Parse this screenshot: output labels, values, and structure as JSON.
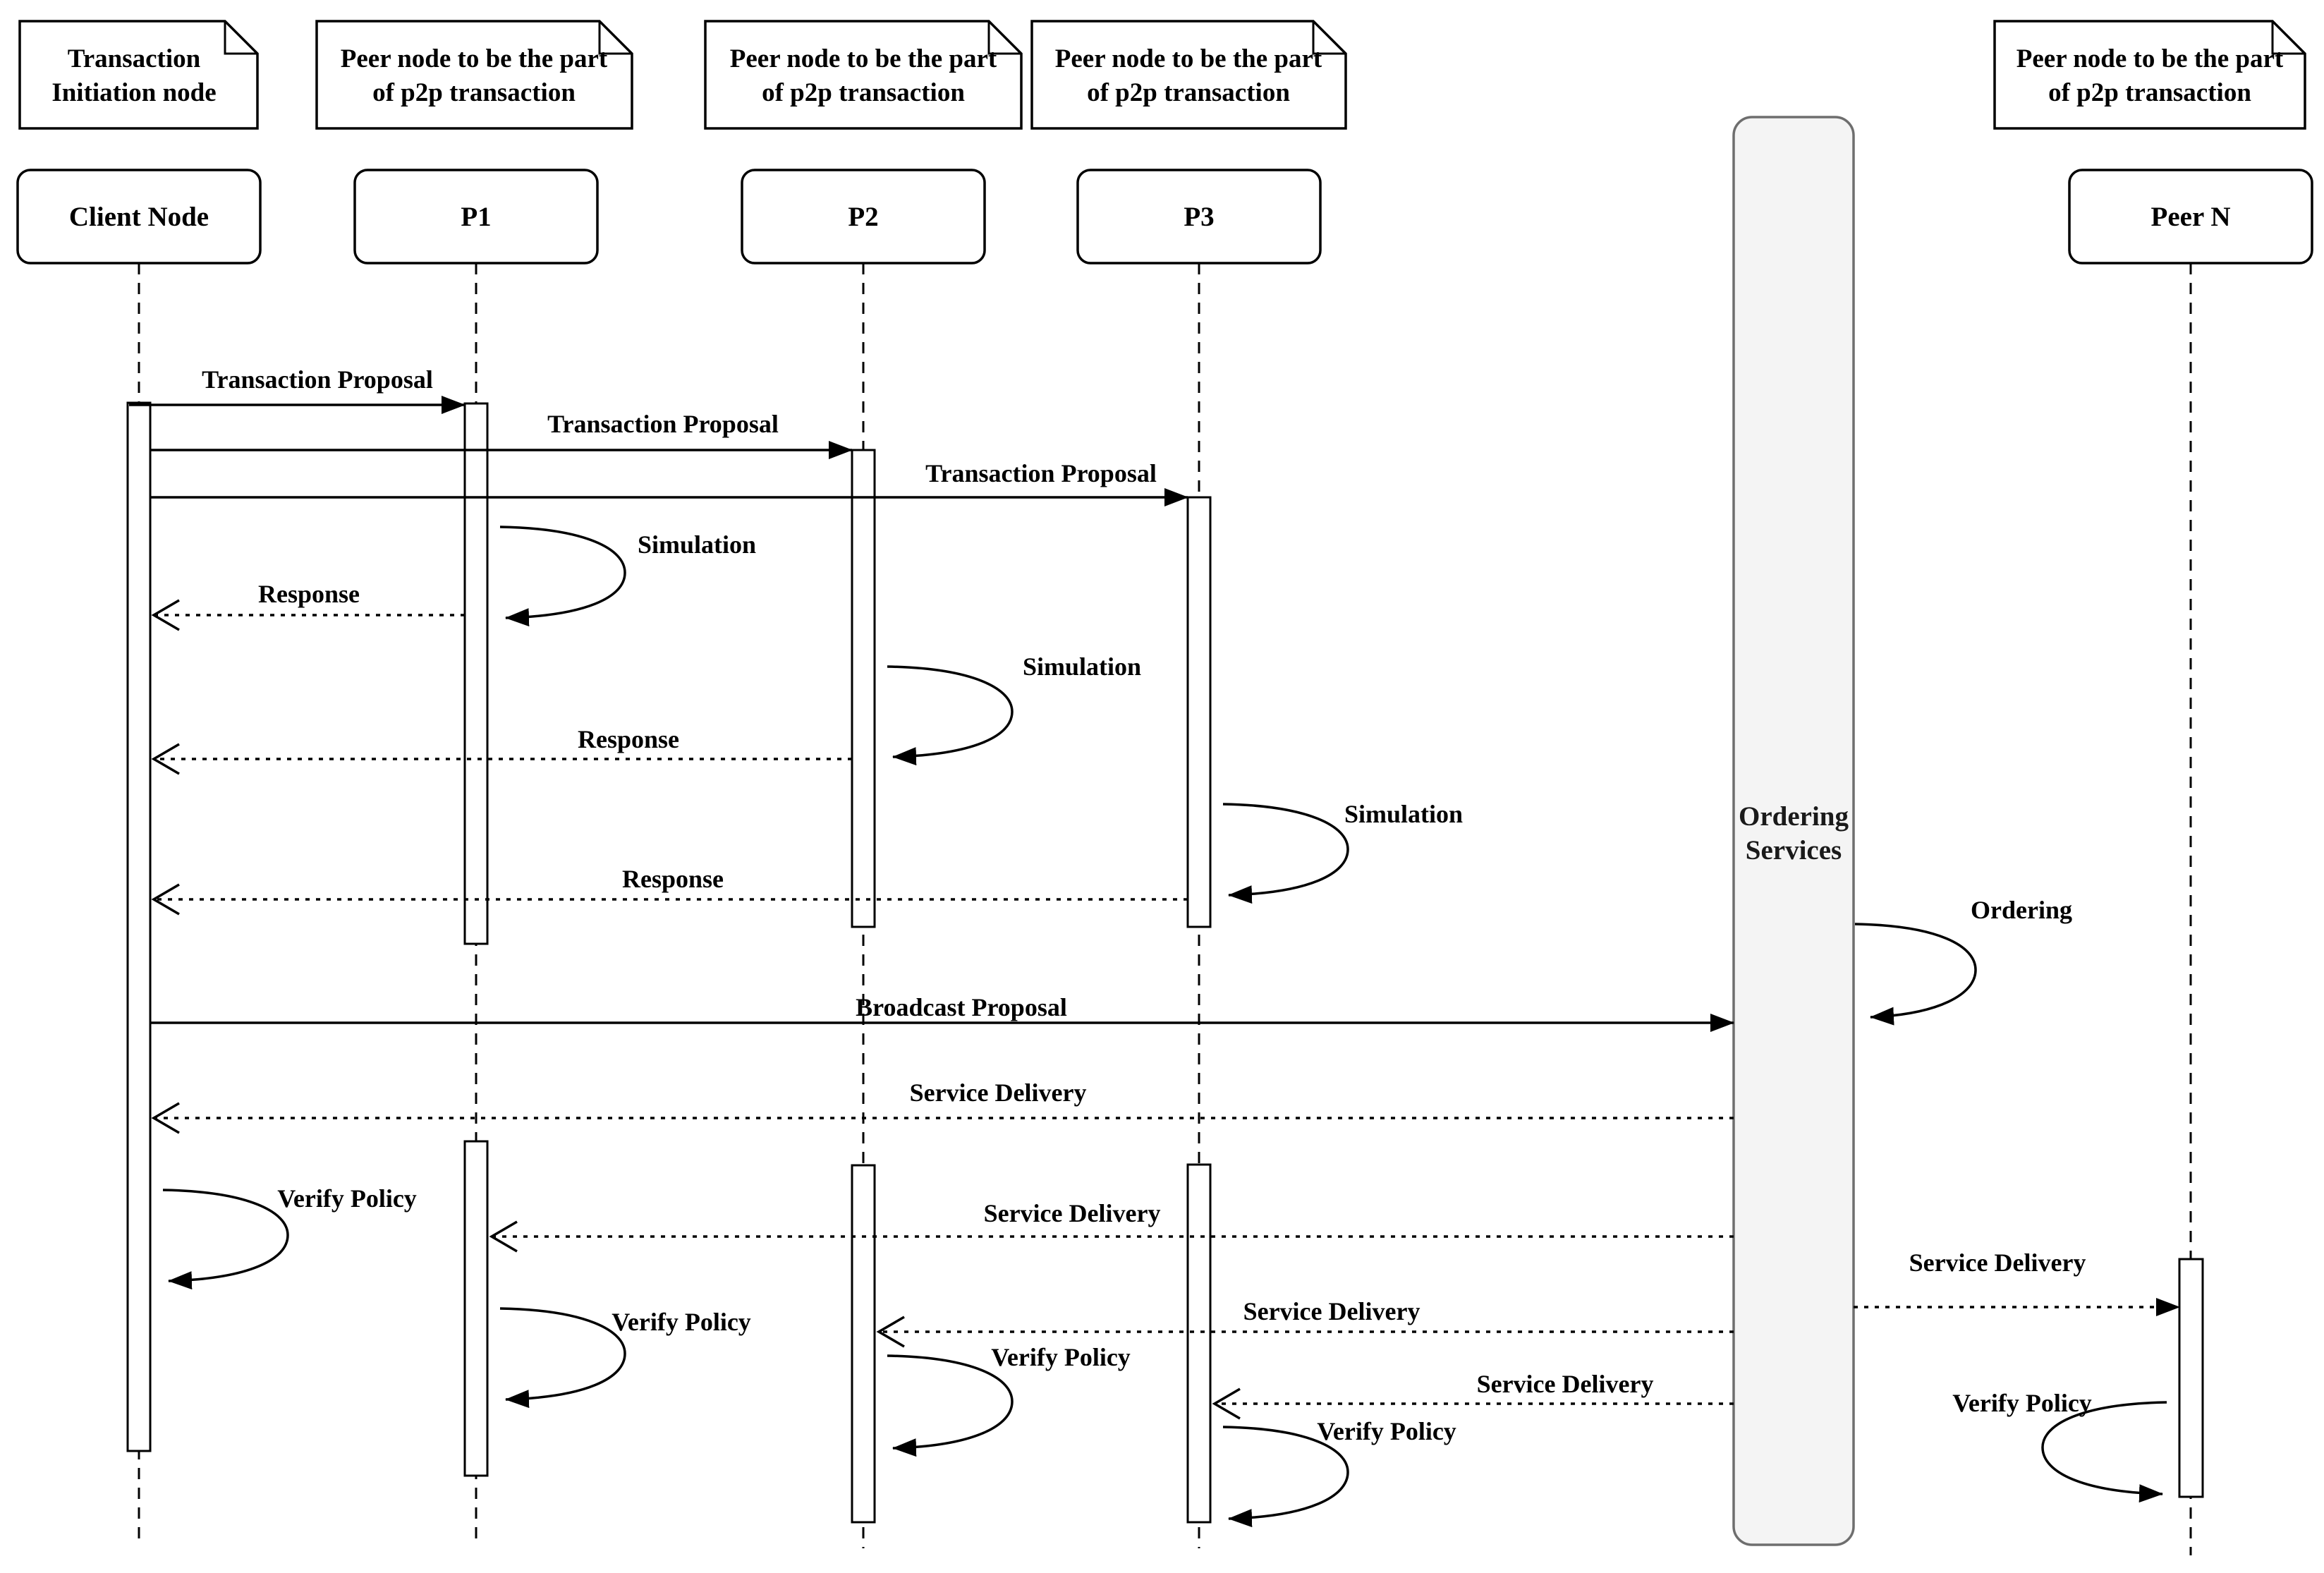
{
  "colors": {
    "ink": "#000000",
    "background": "#ffffff",
    "ordering_fill": "#f4f4f4",
    "ordering_border": "#6e6e6e"
  },
  "lifelines": {
    "client": {
      "name": "Client Node",
      "note_line1": "Transaction",
      "note_line2": "Initiation node"
    },
    "p1": {
      "name": "P1",
      "note_line1": "Peer node to be the part",
      "note_line2": "of p2p transaction"
    },
    "p2": {
      "name": "P2",
      "note_line1": "Peer node to be the part",
      "note_line2": "of p2p transaction"
    },
    "p3": {
      "name": "P3",
      "note_line1": "Peer node to be the part",
      "note_line2": "of p2p transaction"
    },
    "ordering": {
      "name_line1": "Ordering",
      "name_line2": "Services"
    },
    "peer_n": {
      "name": "Peer N",
      "note_line1": "Peer node to be the part",
      "note_line2": "of p2p transaction"
    }
  },
  "messages": {
    "transaction_proposal_1": "Transaction Proposal",
    "transaction_proposal_2": "Transaction Proposal",
    "transaction_proposal_3": "Transaction Proposal",
    "simulation_p1": "Simulation",
    "simulation_p2": "Simulation",
    "simulation_p3": "Simulation",
    "response_p1": "Response",
    "response_p2": "Response",
    "response_p3": "Response",
    "broadcast_proposal": "Broadcast Proposal",
    "ordering_self": "Ordering",
    "service_delivery_client": "Service Delivery",
    "service_delivery_p1": "Service Delivery",
    "service_delivery_p2": "Service Delivery",
    "service_delivery_p3": "Service Delivery",
    "service_delivery_peer_n": "Service Delivery",
    "verify_policy_client": "Verify Policy",
    "verify_policy_p1": "Verify Policy",
    "verify_policy_p2": "Verify Policy",
    "verify_policy_p3": "Verify Policy",
    "verify_policy_peer_n": "Verify Policy"
  }
}
